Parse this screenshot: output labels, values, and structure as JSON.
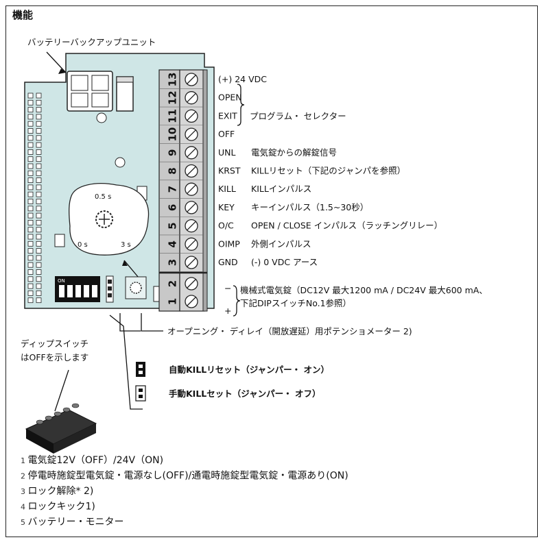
{
  "title": "機能",
  "battery_label": "バッテリーバックアップユニット",
  "terminals": [
    {
      "num": "13",
      "code": "(+) 24 VDC",
      "desc": ""
    },
    {
      "num": "12",
      "code": "OPEN",
      "desc": ""
    },
    {
      "num": "11",
      "code": "EXIT",
      "desc": ""
    },
    {
      "num": "10",
      "code": "OFF",
      "desc": ""
    },
    {
      "num": "9",
      "code": "UNL",
      "desc": "電気錠からの解錠信号"
    },
    {
      "num": "8",
      "code": "KRST",
      "desc": "KILLリセット（下記のジャンパを参照）"
    },
    {
      "num": "7",
      "code": "KILL",
      "desc": "KILLインパルス"
    },
    {
      "num": "6",
      "code": "KEY",
      "desc": "キーインパルス（1.5~30秒）"
    },
    {
      "num": "5",
      "code": "O/C",
      "desc": "OPEN / CLOSE インパルス（ラッチングリレー）"
    },
    {
      "num": "4",
      "code": "OIMP",
      "desc": "外側インパルス"
    },
    {
      "num": "3",
      "code": "GND",
      "desc": "(-) 0 VDC アース"
    }
  ],
  "program_selector": "プログラム・ セレクター",
  "lock_terminals": {
    "minus": "−",
    "plus": "+",
    "num2": "2",
    "num1": "1",
    "line1": "機械式電気錠（DC12V 最大1200 mA / DC24V 最大600 mA、",
    "line2": "下記DIPスイッチNo.1参照）"
  },
  "potentiometer": {
    "top": "0.5 s",
    "left": "0 s",
    "right": "3 s"
  },
  "dip_on": "ON",
  "dip_label": [
    "ディップスイッチ",
    "はOFFを示します"
  ],
  "opening_delay": "オープニング・ ディレイ（開放遅延）用ポテンショメーター 2)",
  "jumper_on": "自動KILLリセット（ジャンパー・ オン）",
  "jumper_off": "手動KILLセット（ジャンパー・ オフ）",
  "dip_items": [
    {
      "n": "1",
      "text": "電気錠12V（OFF）/24V（ON)"
    },
    {
      "n": "2",
      "text": "停電時施錠型電気錠・電源なし(OFF)/通電時施錠型電気錠・電源あり(ON)"
    },
    {
      "n": "3",
      "text": "ロック解除* 2)"
    },
    {
      "n": "4",
      "text": "ロックキック1)"
    },
    {
      "n": "5",
      "text": "バッテリー・モニター"
    }
  ],
  "colors": {
    "board": "#cfe6e6",
    "block": "#c8c8c8",
    "ink": "#111111"
  }
}
